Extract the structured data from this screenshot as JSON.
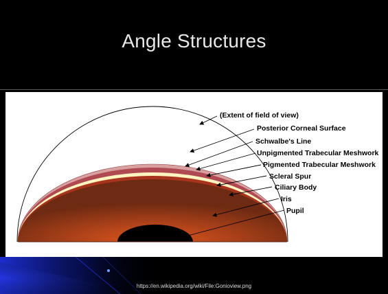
{
  "slide": {
    "title": "Angle Structures",
    "source_url": "https://en.wikipedia.org/wiki/File:Gonioview.png"
  },
  "diagram": {
    "labels": [
      "(Extent of field of view)",
      "Posterior Corneal Surface",
      "Schwalbe's Line",
      "Unpigmented Trabecular Meshwork",
      "Pigmented Trabecular Meshwork",
      "Scleral Spur",
      "Ciliary Body",
      "Iris",
      "Pupil"
    ]
  },
  "colors": {
    "slide_background": "#000000",
    "title_text": "#e8e8e8",
    "panel_background": "#ffffff",
    "iris_center": "#e0581a",
    "iris_edge": "#6e2a12",
    "ciliary_body": "#a8341e",
    "scleral_spur": "#fff3c0",
    "pigmented_band": "#b04a52",
    "unpigmented_band": "#d8a0a0",
    "pupil": "#000000",
    "footer_accent": "#1e2fd8"
  }
}
